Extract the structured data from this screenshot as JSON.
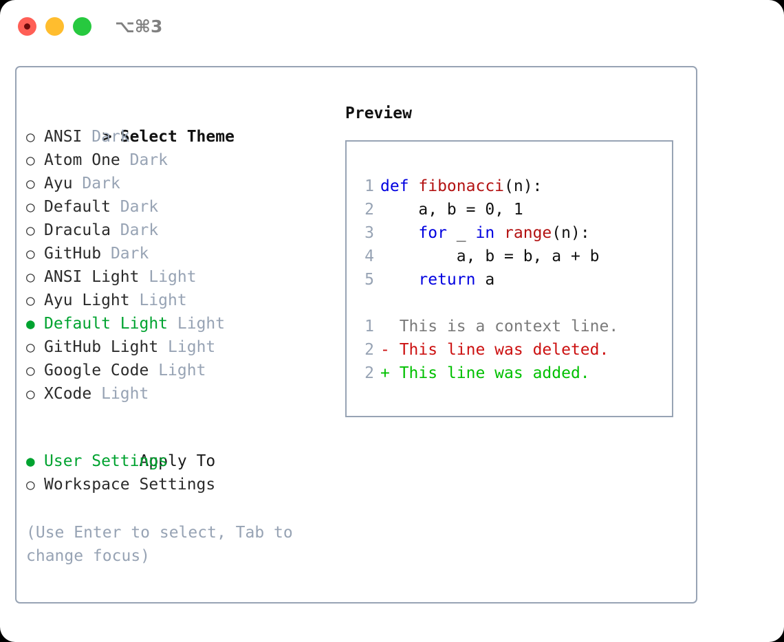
{
  "titlebar": {
    "traffic_lights": [
      {
        "name": "close",
        "color": "#ff5f56",
        "recording": true
      },
      {
        "name": "minimize",
        "color": "#ffbd2e",
        "recording": false
      },
      {
        "name": "zoom",
        "color": "#27c93f",
        "recording": false
      }
    ],
    "shortcut": "⌥⌘3"
  },
  "theme_picker": {
    "header_caret": ">",
    "header": "Select Theme",
    "bullet_on": "●",
    "bullet_off": "○",
    "selected_color": "#00a330",
    "items": [
      {
        "bullet": "○",
        "name": "ANSI",
        "tag": "Dark",
        "selected": false
      },
      {
        "bullet": "○",
        "name": "Atom One",
        "tag": "Dark",
        "selected": false
      },
      {
        "bullet": "○",
        "name": "Ayu",
        "tag": "Dark",
        "selected": false
      },
      {
        "bullet": "○",
        "name": "Default",
        "tag": "Dark",
        "selected": false
      },
      {
        "bullet": "○",
        "name": "Dracula",
        "tag": "Dark",
        "selected": false
      },
      {
        "bullet": "○",
        "name": "GitHub",
        "tag": "Dark",
        "selected": false
      },
      {
        "bullet": "○",
        "name": "ANSI Light",
        "tag": "Light",
        "selected": false
      },
      {
        "bullet": "○",
        "name": "Ayu Light",
        "tag": "Light",
        "selected": false
      },
      {
        "bullet": "●",
        "name": "Default Light",
        "tag": "Light",
        "selected": true
      },
      {
        "bullet": "○",
        "name": "GitHub Light",
        "tag": "Light",
        "selected": false
      },
      {
        "bullet": "○",
        "name": "Google Code",
        "tag": "Light",
        "selected": false
      },
      {
        "bullet": "○",
        "name": "XCode",
        "tag": "Light",
        "selected": false
      }
    ]
  },
  "apply_to": {
    "header": "Apply To",
    "options": [
      {
        "bullet": "●",
        "label": "User Settings",
        "selected": true
      },
      {
        "bullet": "○",
        "label": "Workspace Settings",
        "selected": false
      }
    ]
  },
  "hint": "(Use Enter to select, Tab to change focus)",
  "preview": {
    "title": "Preview",
    "code_lines": [
      {
        "num": "1",
        "parts": [
          {
            "t": "def ",
            "c": "kw"
          },
          {
            "t": "fibonacci",
            "c": "fn"
          },
          {
            "t": "(n):",
            "c": "pn"
          }
        ]
      },
      {
        "num": "2",
        "parts": [
          {
            "t": "    a, b = 0, 1",
            "c": "pn"
          }
        ]
      },
      {
        "num": "3",
        "parts": [
          {
            "t": "    ",
            "c": "pn"
          },
          {
            "t": "for",
            "c": "kw"
          },
          {
            "t": " _ ",
            "c": "pn"
          },
          {
            "t": "in",
            "c": "kw"
          },
          {
            "t": " ",
            "c": "pn"
          },
          {
            "t": "range",
            "c": "fn"
          },
          {
            "t": "(n):",
            "c": "pn"
          }
        ]
      },
      {
        "num": "4",
        "parts": [
          {
            "t": "        a, b = b, a + b",
            "c": "pn"
          }
        ]
      },
      {
        "num": "5",
        "parts": [
          {
            "t": "    ",
            "c": "pn"
          },
          {
            "t": "return",
            "c": "kw"
          },
          {
            "t": " a",
            "c": "pn"
          }
        ]
      }
    ],
    "diff_lines": [
      {
        "num": "1",
        "marker": " ",
        "text": " This is a context line.",
        "kind": "ctx"
      },
      {
        "num": "2",
        "marker": "-",
        "text": " This line was deleted.",
        "kind": "del"
      },
      {
        "num": "2",
        "marker": "+",
        "text": " This line was added.",
        "kind": "add"
      }
    ]
  },
  "colors": {
    "keyword": "#0000e0",
    "function": "#b31212",
    "plain": "#111111",
    "line_number": "#97a3b4",
    "diff_context": "#7a7a7a",
    "diff_deleted": "#cc1111",
    "diff_added": "#00c000",
    "accent_green": "#00a330",
    "border": "#97a3b4",
    "tag_grey": "#97a3b4"
  }
}
